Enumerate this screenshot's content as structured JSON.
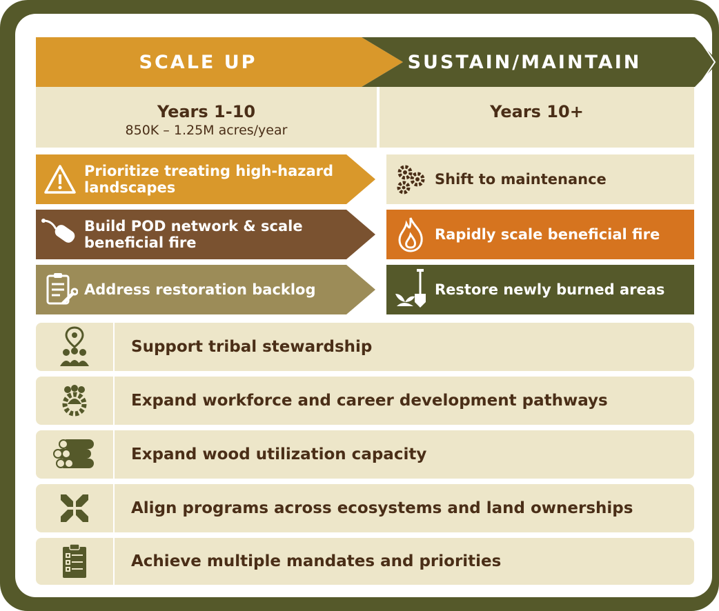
{
  "header": {
    "phase1": "SCALE UP",
    "phase2": "SUSTAIN/MAINTAIN"
  },
  "subheader": {
    "left_years": "Years 1-10",
    "left_acres": "850K – 1.25M acres/year",
    "right_years": "Years 10+"
  },
  "scale_up_actions": [
    {
      "icon": "warning-icon",
      "label": "Prioritize treating high-hazard landscapes",
      "color": "#d9982b"
    },
    {
      "icon": "drip-torch-icon",
      "label": "Build POD network & scale beneficial fire",
      "color": "#7a5230"
    },
    {
      "icon": "checklist-wrench-icon",
      "label": "Address restoration backlog",
      "color": "#9c8c58"
    }
  ],
  "sustain_actions": [
    {
      "icon": "gears-icon",
      "label": "Shift to maintenance",
      "color": "#ede6c9"
    },
    {
      "icon": "fire-icon",
      "label": "Rapidly scale beneficial fire",
      "color": "#d6741f"
    },
    {
      "icon": "shovel-seedling-icon",
      "label": "Restore newly burned areas",
      "color": "#55592a"
    }
  ],
  "cross_cutting": [
    {
      "icon": "people-location-icon",
      "label": "Support tribal stewardship"
    },
    {
      "icon": "workforce-gear-icon",
      "label": "Expand workforce and career development pathways"
    },
    {
      "icon": "log-pile-icon",
      "label": "Expand wood utilization capacity"
    },
    {
      "icon": "converging-arrows-icon",
      "label": "Align programs across ecosystems and land ownerships"
    },
    {
      "icon": "clipboard-icon",
      "label": "Achieve multiple mandates and priorities"
    }
  ],
  "colors": {
    "frame": "#55592a",
    "scale_up": "#d9982b",
    "sustain": "#55592a",
    "cream": "#ede6c9",
    "text_brown": "#4a2e17"
  }
}
